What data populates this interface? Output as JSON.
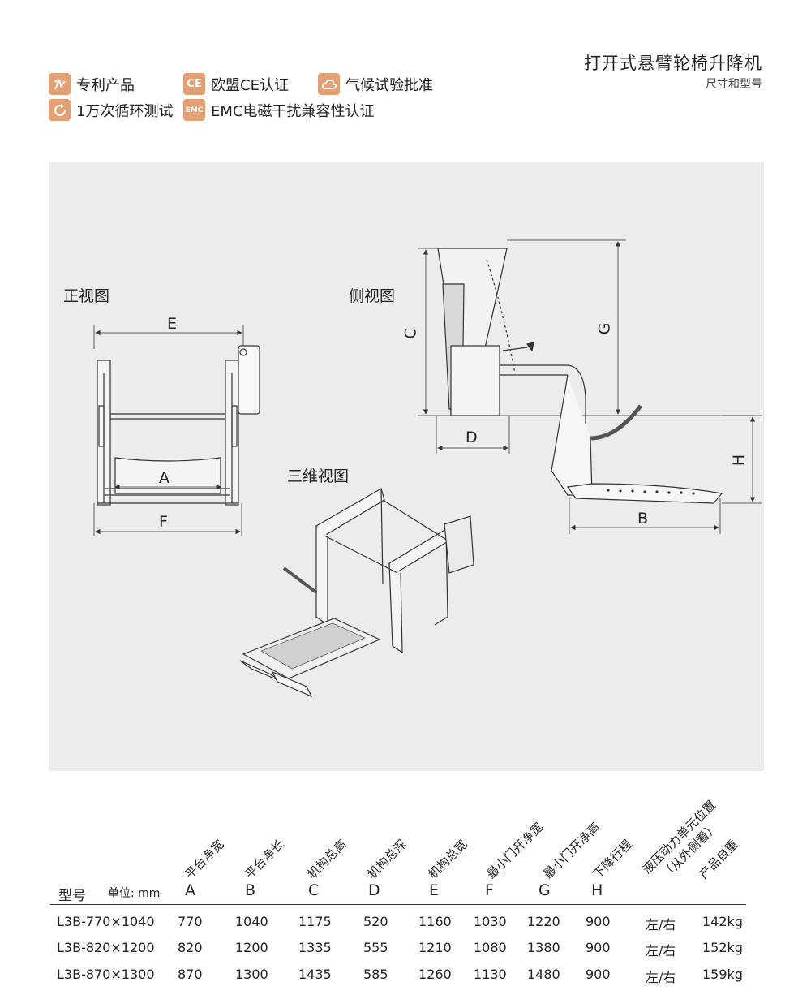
{
  "header": {
    "title": "打开式悬臂轮椅升降机",
    "subtitle": "尺寸和型号"
  },
  "features": [
    {
      "icon": "patent-icon",
      "label": "专利产品"
    },
    {
      "icon": "ce-mark-icon",
      "label": "欧盟CE认证"
    },
    {
      "icon": "cloud-icon",
      "label": "气候试验批准"
    },
    {
      "icon": "cycle-icon",
      "label": "1万次循环测试"
    },
    {
      "icon": "emc-icon",
      "label": "EMC电磁干扰兼容性认证"
    }
  ],
  "icon_text": {
    "ce": "CE",
    "emc": "EMC"
  },
  "views": {
    "front": "正视图",
    "side": "侧视图",
    "iso": "三维视图"
  },
  "dims": {
    "A": "A",
    "B": "B",
    "C": "C",
    "D": "D",
    "E": "E",
    "F": "F",
    "G": "G",
    "H": "H"
  },
  "accent_color": "#e3a074",
  "table": {
    "model_header": "型号",
    "unit_label": "单位: mm",
    "columns": [
      {
        "letter": "A",
        "desc": "平台净宽"
      },
      {
        "letter": "B",
        "desc": "平台净长"
      },
      {
        "letter": "C",
        "desc": "机构总高"
      },
      {
        "letter": "D",
        "desc": "机构总深"
      },
      {
        "letter": "E",
        "desc": "机构总宽"
      },
      {
        "letter": "F",
        "desc": "最小门开净宽"
      },
      {
        "letter": "G",
        "desc": "最小门开净高"
      },
      {
        "letter": "H",
        "desc": "下降行程"
      },
      {
        "letter": "",
        "desc": "液压动力单元位置",
        "desc2": "（从外侧看）"
      },
      {
        "letter": "",
        "desc": "产品自重"
      }
    ],
    "rows": [
      [
        "L3B-770×1040",
        "770",
        "1040",
        "1175",
        "520",
        "1160",
        "1030",
        "1220",
        "900",
        "左/右",
        "142kg"
      ],
      [
        "L3B-820×1200",
        "820",
        "1200",
        "1335",
        "555",
        "1210",
        "1080",
        "1380",
        "900",
        "左/右",
        "152kg"
      ],
      [
        "L3B-870×1300",
        "870",
        "1300",
        "1435",
        "585",
        "1260",
        "1130",
        "1480",
        "900",
        "左/右",
        "159kg"
      ]
    ]
  }
}
